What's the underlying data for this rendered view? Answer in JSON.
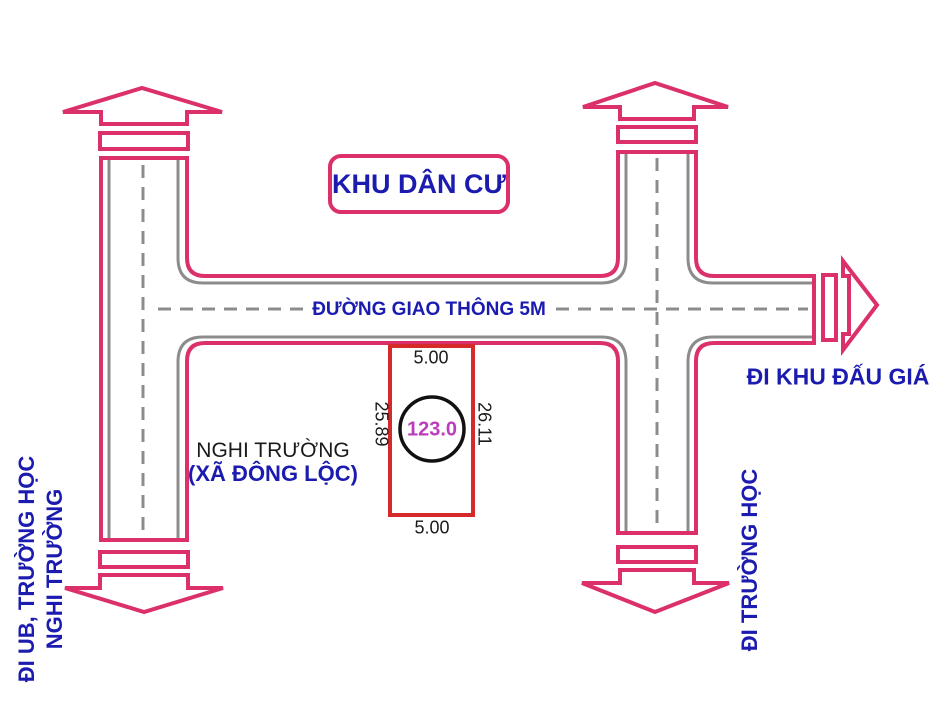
{
  "colors": {
    "road_pink": "#db3069",
    "road_gray": "#8c8c8c",
    "text_blue": "#1b1bb0",
    "plot_red": "#d62929",
    "area_magenta": "#bb3dbb",
    "text_black": "#1a1a1a"
  },
  "header": {
    "zone_label": "KHU DÂN CƯ"
  },
  "roads": {
    "main_road_label": "ĐƯỜNG GIAO THÔNG 5M"
  },
  "destinations": {
    "east": "ĐI KHU ĐẤU GIÁ",
    "west_line1": "ĐI UB, TRƯỜNG HỌC",
    "west_line2": "NGHI TRƯỜNG",
    "south": "ĐI TRƯỜNG HỌC"
  },
  "locality": {
    "line1": "NGHI TRƯỜNG",
    "line2": "(XÃ ĐÔNG LỘC)"
  },
  "plot": {
    "area": "123.0",
    "width_top": "5.00",
    "width_bottom": "5.00",
    "length_left": "25.89",
    "length_right": "26.11"
  }
}
